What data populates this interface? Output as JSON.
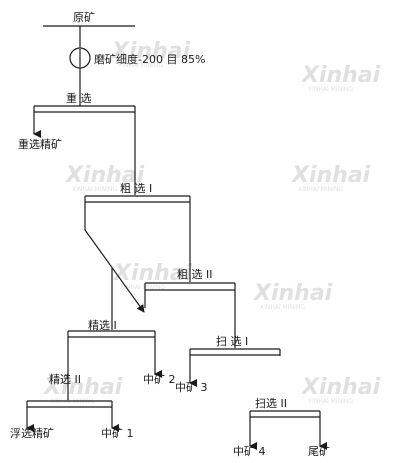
{
  "flowsheet": {
    "feed": "原矿",
    "grinding": "磨矿细度-200 目 85%",
    "gravity": "重 选",
    "gravity_conc": "重选精矿",
    "rougher1": "粗 选 I",
    "rougher2": "粗 选 II",
    "cleaner1": "精选 I",
    "cleaner2": "精选 II",
    "scavenger1": "扫 选 I",
    "scavenger2": "扫选 II",
    "flot_conc": "浮选精矿",
    "mid1": "中矿 1",
    "mid2": "中矿 2",
    "mid3": "中矿 3",
    "mid4": "中矿 4",
    "tailings": "尾矿"
  },
  "watermark": {
    "brand": "Xinhai",
    "tagline": "XINHAI MINING"
  },
  "colors": {
    "line": "#1a1a1a",
    "watermark": "#c8c8c8"
  }
}
